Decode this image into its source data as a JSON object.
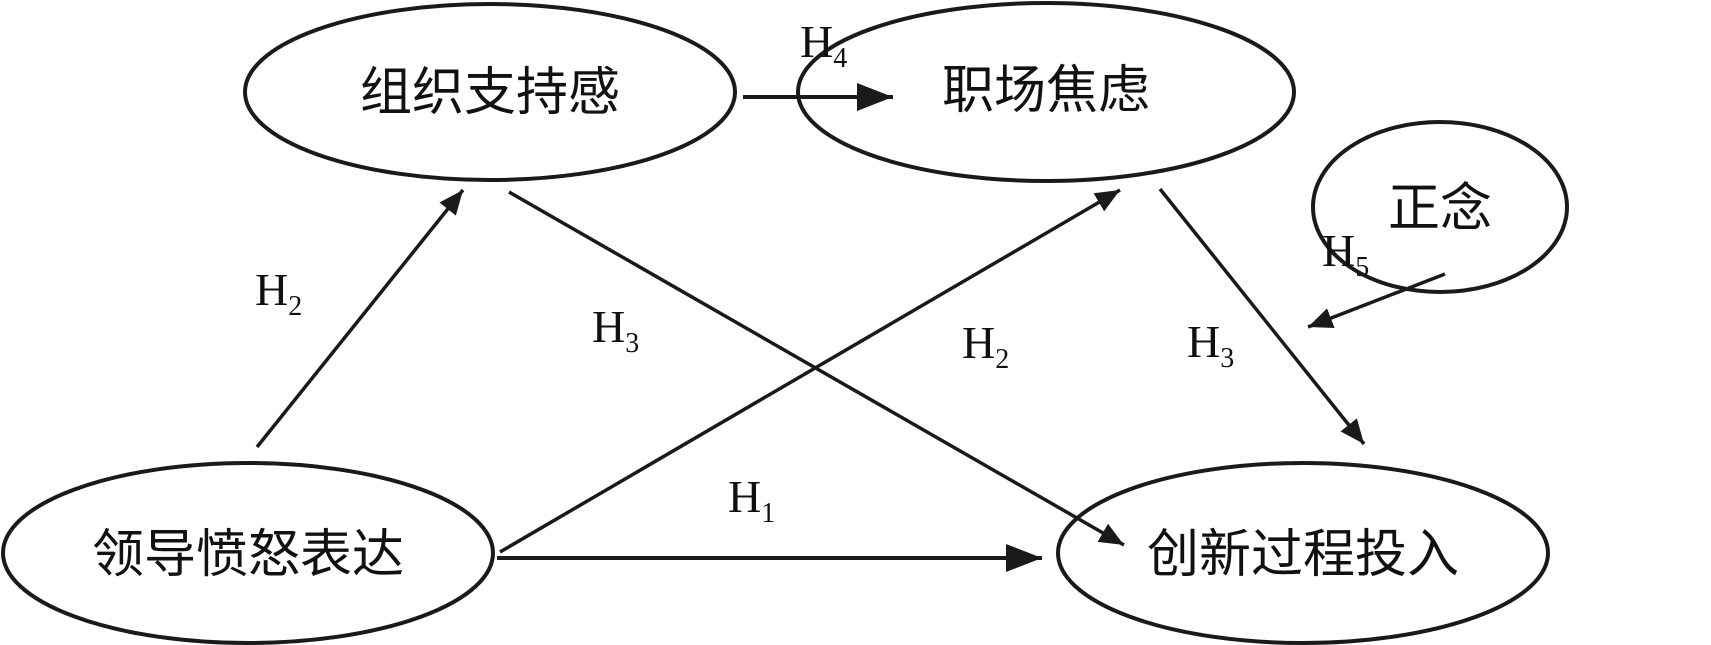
{
  "diagram": {
    "nodes": [
      {
        "id": "org_support",
        "label": "组织支持感"
      },
      {
        "id": "workplace_anxiety",
        "label": "职场焦虑"
      },
      {
        "id": "mindfulness",
        "label": "正念"
      },
      {
        "id": "leader_anger",
        "label": "领导愤怒表达"
      },
      {
        "id": "innovation_engagement",
        "label": "创新过程投入"
      }
    ],
    "edges": [
      {
        "from": "leader_anger",
        "to": "innovation_engagement",
        "label": "H",
        "sub": "1"
      },
      {
        "from": "leader_anger",
        "to": "org_support",
        "label": "H",
        "sub": "2"
      },
      {
        "from": "leader_anger",
        "to": "workplace_anxiety",
        "label": "H",
        "sub": "2"
      },
      {
        "from": "org_support",
        "to": "innovation_engagement",
        "label": "H",
        "sub": "3"
      },
      {
        "from": "workplace_anxiety",
        "to": "innovation_engagement",
        "label": "H",
        "sub": "3"
      },
      {
        "from": "org_support",
        "to": "workplace_anxiety",
        "label": "H",
        "sub": "4"
      },
      {
        "from": "mindfulness",
        "to": "anxiety_to_innovation_path",
        "label": "H",
        "sub": "5"
      }
    ]
  }
}
